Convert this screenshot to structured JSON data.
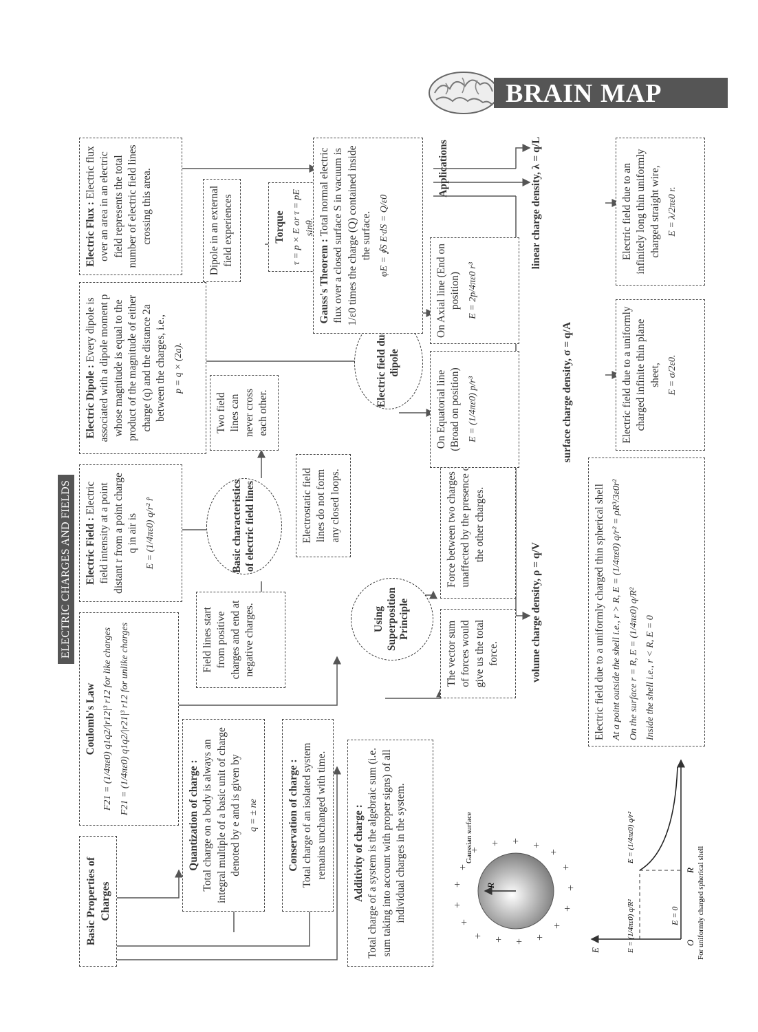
{
  "header": {
    "title": "BRAIN MAP",
    "brain_icon": "brain-icon"
  },
  "page_label": "ELECTRIC CHARGES AND FIELDS",
  "nodes": {
    "basic_props": "Basic Properties of Charges",
    "coulomb_title": "Coulomb's Law",
    "coulomb_like": "F21 = (1/4πε0) q1q2/|r12|³ r12 for like charges",
    "coulomb_unlike": "F21 = (1/4πε0) q1q2/|r21|³ r12 for unlike charges",
    "quant_title": "Quantization of charge :",
    "quant_text": "Total charge on a body is always an integral multiple of a basic unit of charge denoted by e and is given by",
    "quant_formula": "q = ± ne",
    "conserve_title": "Conservation of charge :",
    "conserve_text": "Total charge of an isolated system remains unchanged with time.",
    "additivity_title": "Additivity of charge :",
    "additivity_text": "Total charge of a system is the algebraic sum (i.e. sum taking into account with proper signs) of all individual charges in the system.",
    "field_title": "Electric Field :",
    "field_text": "Electric field intensity at a point distant r from a point charge q in air is",
    "field_formula": "E = (1/4πε0) q/r² r̂",
    "superposition": "Using Superposition Principle",
    "vector_sum": "The vector sum of forces would give us the total force.",
    "force_unaffected": "Force between two charges is unaffected by the presence of the other charges.",
    "basic_char": "Basic characteristics of electric field lines",
    "fl_start": "Field lines start from positive charges and end at negative charges.",
    "fl_loops": "Electrostatic field lines do not form any closed loops.",
    "fl_cross": "Two field lines can never cross each other.",
    "dipole_title": "Electric Dipole :",
    "dipole_text": "Every dipole is associated with a dipole moment p whose magnitude is equal to the product of the magnitude of either charge (q) and the distance 2a between the charges, i.e.,",
    "dipole_formula": "p = q × (2a).",
    "ext_field": "Dipole in an external field experiences",
    "torque_title": "Torque",
    "torque_formula": "τ = p × E or τ = pE sinθ.",
    "field_dipole": "Electric field due to dipole",
    "equatorial": "On Equatorial line (Broad on position)",
    "equatorial_formula": "E = (1/4πε0) p/r³",
    "axial": "On Axial line (End on position)",
    "axial_formula": "E = 2p/4πε0 r³",
    "flux_title": "Electric Flux :",
    "flux_text": "Electric flux over an area in an electric field represents the total number of electric field lines crossing this area.",
    "gauss_title": "Gauss's Theorem :",
    "gauss_text": "Total normal electric flux over a closed surface S in vacuum is 1/ε0 times the charge (Q) contained inside the surface.",
    "gauss_formula": "φE = ∮S E·dS = Q/ε0",
    "applications": "Applications",
    "linear": "linear charge density, λ = q/L",
    "surface": "surface charge density, σ = q/A",
    "volume": "volume charge density, ρ = q/V",
    "wire_text": "Electric field due to an infinitely long thin uniformly charged straight wire,",
    "wire_formula": "E = λ/2πε0 r.",
    "sheet_text": "Electric field due to a uniformly charged infinite thin plane sheet,",
    "sheet_formula": "E = σ/2ε0.",
    "shell_title": "Electric field due to a uniformly charged thin spherical shell",
    "shell_out": "At a point outside the shell i.e., r > R, E = (1/4πε0) q/r² = ρR³/3ε0r²",
    "shell_on": "On the surface r = R, E = (1/4πε0) q/R²",
    "shell_in": "Inside the shell i.e., r < R, E = 0"
  },
  "graph": {
    "gaussian_label": "Gaussian surface",
    "label_e_out": "E = (1/4πε0) q/r²",
    "label_e_zero": "E = 0",
    "label_e_surface": "E = (1/4πε0) q/R²",
    "label_R": "R",
    "label_O": "O",
    "label_E": "E",
    "caption": "For uniformly charged spherical shell"
  }
}
